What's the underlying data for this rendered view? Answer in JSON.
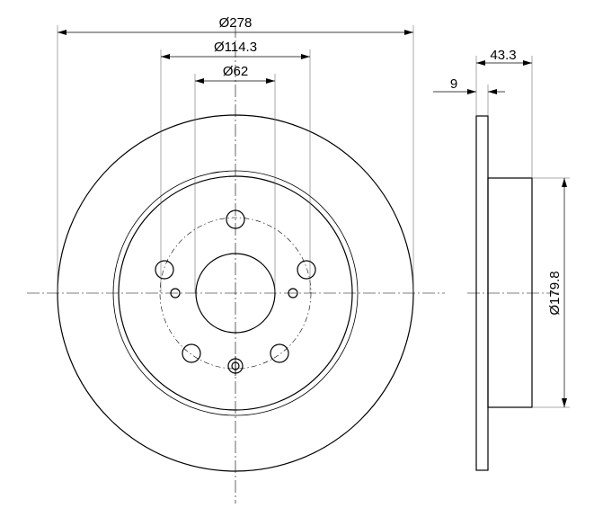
{
  "dimensions": {
    "outer_diameter": "Ø278",
    "bolt_circle": "Ø114.3",
    "center_bore": "Ø62",
    "total_height": "43.3",
    "disc_thickness": "9",
    "hat_diameter": "Ø179.8"
  }
}
